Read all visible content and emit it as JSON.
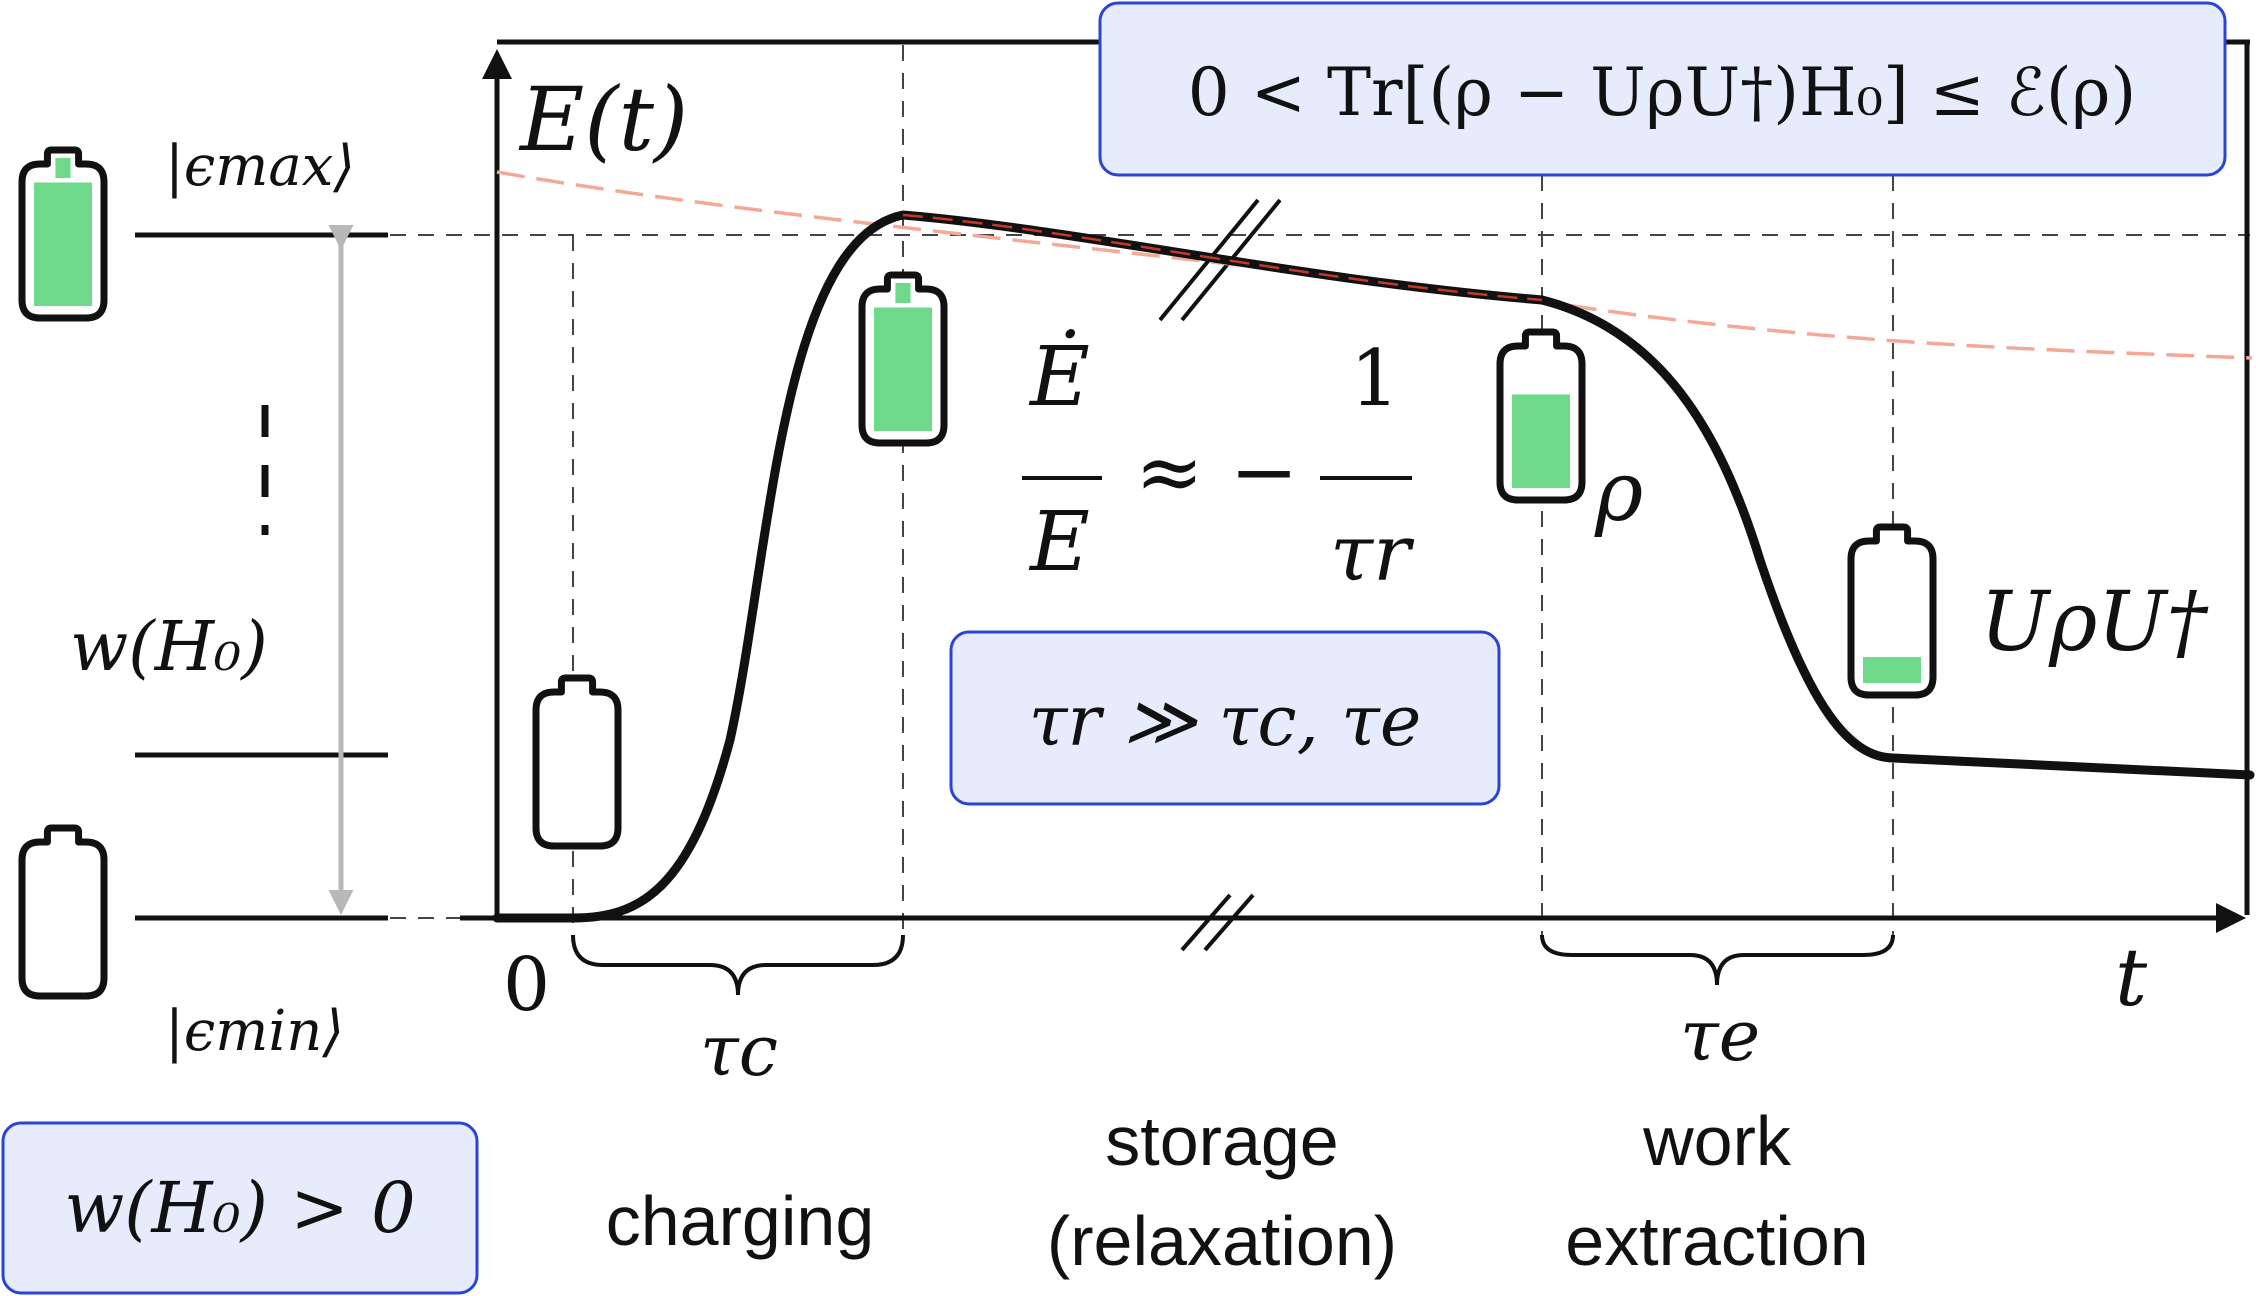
{
  "diagram": {
    "axis": {
      "y_label": "E(t)",
      "x_label": "t",
      "origin_label": "0"
    },
    "levels": {
      "max_label": "|ϵmax⟩",
      "min_label": "|ϵmin⟩",
      "ergotropy_label": "w(H₀)"
    },
    "boxes": {
      "bound": "0 < Tr[(ρ − UρU†)H₀] ≤ ℰ(ρ)",
      "timescales": "τr ≫ τc, τe",
      "positive": "w(H₀) > 0"
    },
    "equation": {
      "lhs_num": "Ė",
      "lhs_den": "E",
      "approx": "≈ −",
      "rhs_num": "1",
      "rhs_den": "τr"
    },
    "state_labels": {
      "rho": "ρ",
      "urhou": "UρU†"
    },
    "intervals": {
      "tau_c": "τc",
      "tau_e": "τe"
    },
    "phases": {
      "charging": "charging",
      "storage_line1": "storage",
      "storage_line2": "(relaxation)",
      "work_line1": "work",
      "work_line2": "extraction"
    },
    "colors": {
      "battery_fill": "#6ed98a",
      "box_fill": "#e6ecfc",
      "box_border": "#2a44d6",
      "decay_dashed": "#f4a898",
      "gap_arrow": "#b8b8b8"
    },
    "battery_levels": {
      "left_top": 0.95,
      "left_bottom": 0.0,
      "start": 0.0,
      "charged": 0.95,
      "relaxed": 0.72,
      "extracted": 0.2
    }
  }
}
